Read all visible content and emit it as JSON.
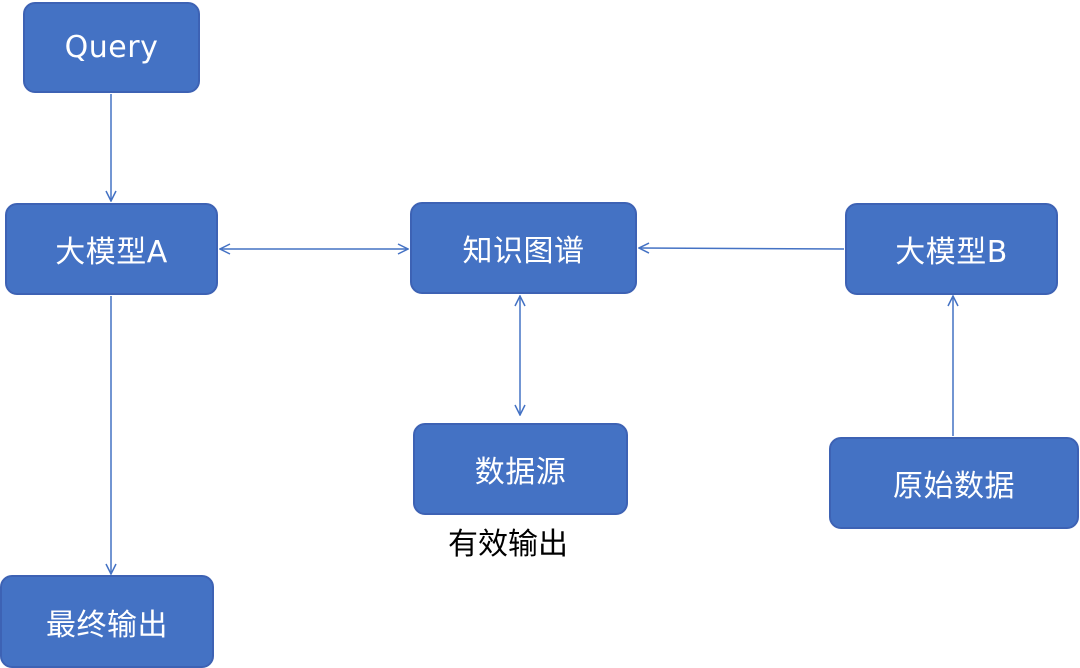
{
  "colors": {
    "node_fill": "#4472c4",
    "node_border": "#3d62b4",
    "node_text": "#ffffff",
    "edge": "#4472c4",
    "background": "#ffffff",
    "label_text": "#000000"
  },
  "nodes": {
    "query": {
      "label": "Query"
    },
    "model_a": {
      "label": "大模型A"
    },
    "knowledge_graph": {
      "label": "知识图谱"
    },
    "model_b": {
      "label": "大模型B"
    },
    "data_source": {
      "label": "数据源"
    },
    "raw_data": {
      "label": "原始数据"
    },
    "final_output": {
      "label": "最终输出"
    }
  },
  "annotations": {
    "effective_output": "有效输出"
  },
  "edges": [
    {
      "from": "query",
      "to": "model_a",
      "direction": "forward"
    },
    {
      "from": "model_a",
      "to": "knowledge_graph",
      "direction": "both"
    },
    {
      "from": "model_b",
      "to": "knowledge_graph",
      "direction": "forward"
    },
    {
      "from": "knowledge_graph",
      "to": "data_source",
      "direction": "both"
    },
    {
      "from": "raw_data",
      "to": "model_b",
      "direction": "forward"
    },
    {
      "from": "model_a",
      "to": "final_output",
      "direction": "forward"
    }
  ]
}
